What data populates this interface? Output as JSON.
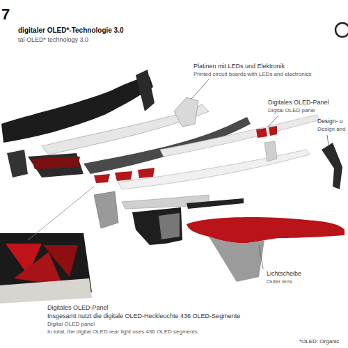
{
  "diagram": {
    "title": "digitaler OLED*-Technologie 3.0",
    "labels": [
      "7",
      "tal OLED* technology 3.0",
      "Platinen mit LEDs und Elektronik",
      "Printed circuit boards with LEDs and electronics",
      "Digitales OLED-Panel",
      "Digital OLED panel",
      "Design- u",
      "Design and",
      "Lichtscheibe",
      "Outer lens",
      "Digitales OLED-Panel",
      "Insgesamt nutzt die digitale OLED-Heckleuchte 436 OLED-Segmente",
      "Digital OLED panel",
      "In total, the digital OLED rear light uses 436 OLED segments",
      "*OLED: Organic"
    ]
  }
}
